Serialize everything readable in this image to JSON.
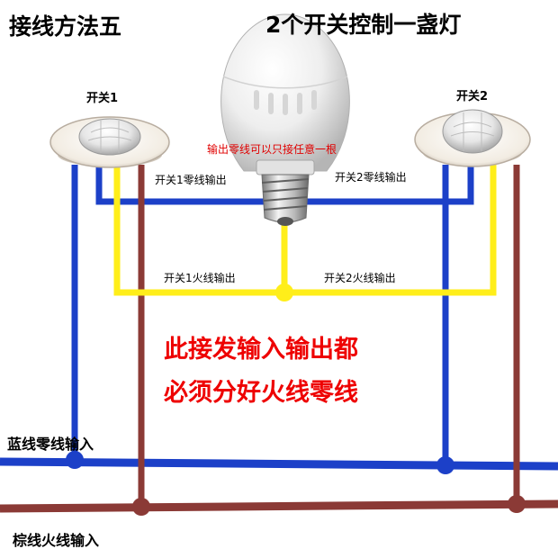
{
  "header": {
    "title_left": "接线方法五",
    "title_right": "2个开关控制一盏灯"
  },
  "switches": {
    "switch1_label": "开关1",
    "switch2_label": "开关2"
  },
  "lamp": {
    "note": "输出零线可以只接任意一根"
  },
  "wire_labels": {
    "switch1_neutral_out": "开关1零线输出",
    "switch2_neutral_out": "开关2零线输出",
    "switch1_live_out": "开关1火线输出",
    "switch2_live_out": "开关2火线输出",
    "blue_neutral_in": "蓝线零线输入",
    "brown_live_in": "棕线火线输入"
  },
  "warning": {
    "line1": "此接发输入输出都",
    "line2": "必须分好火线零线"
  },
  "colors": {
    "neutral_blue": "#1c40c8",
    "live_brown": "#8b3a36",
    "output_yellow": "#ffee1a",
    "warning_red": "#ee0000",
    "note_red": "#e00000"
  }
}
